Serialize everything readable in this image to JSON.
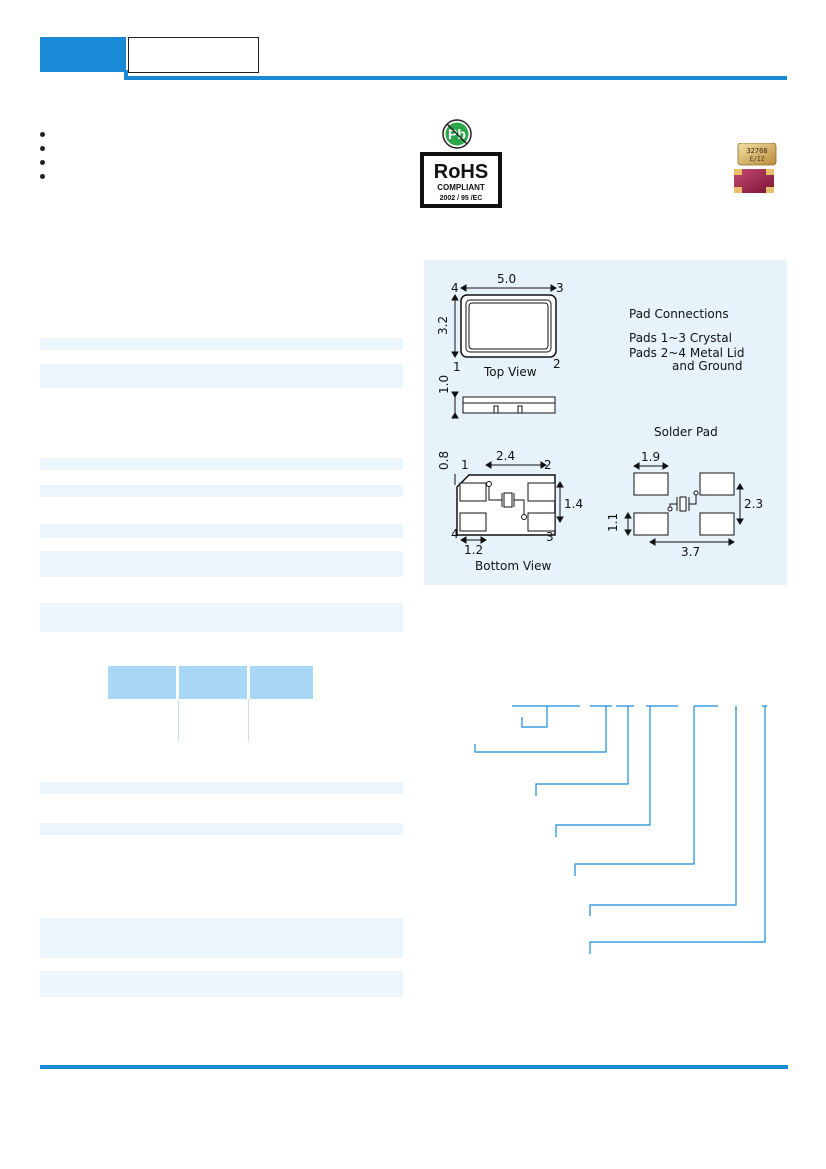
{
  "rohs": {
    "pb_label": "Pb",
    "title": "RoHS",
    "subtitle": "COMPLIANT",
    "directive": "2002 / 95 /EC"
  },
  "photo": {
    "marking_line1": "32768",
    "marking_line2": "E/IZ"
  },
  "dimensions": {
    "width": "5.0",
    "height": "3.2",
    "thickness": "1.0",
    "pad_offset": "0.8",
    "pad_pitch_x": "2.4",
    "pad_pitch_y": "1.4",
    "pad_width": "1.2",
    "top_view_label": "Top View",
    "bottom_view_label": "Bottom View",
    "pin_1": "1",
    "pin_2": "2",
    "pin_3": "3",
    "pin_4": "4",
    "pad_connections_title": "Pad Connections",
    "pad_line_1": "Pads 1~3 Crystal",
    "pad_line_2": "Pads 2~4 Metal Lid",
    "pad_line_3": "and Ground",
    "solder_pad_title": "Solder Pad",
    "solder_w": "1.9",
    "solder_h": "1.1",
    "solder_gap_y": "2.3",
    "solder_span_x": "3.7"
  },
  "colors": {
    "accent": "#1b8ad6",
    "panel": "#e6f3fb",
    "band": "#ecf5fc",
    "table_head": "#a9d8f7"
  }
}
